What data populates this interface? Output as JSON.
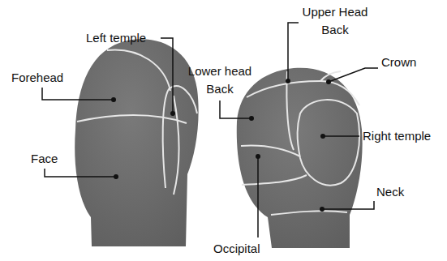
{
  "diagram": {
    "labels": [
      "Upper Head Back",
      "Left temple",
      "Lower head Back",
      "Crown",
      "Forehead",
      "Right temple",
      "Face",
      "Neck",
      "Occipital"
    ]
  }
}
